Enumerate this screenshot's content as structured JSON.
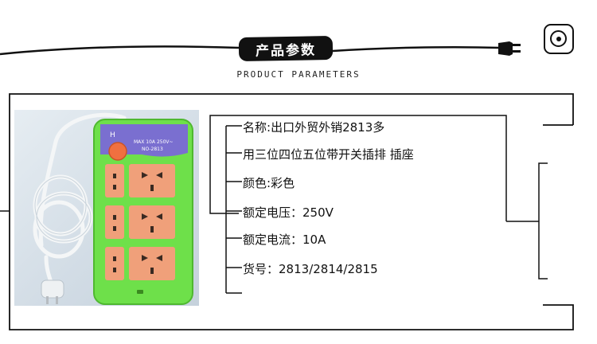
{
  "header": {
    "title": "产品参数",
    "subtitle": "PRODUCT PARAMETERS"
  },
  "icons": {
    "plug": "plug-icon",
    "socket": "socket-icon"
  },
  "params": [
    {
      "label": "名称:",
      "value": "出口外贸外销2813多"
    },
    {
      "label": "",
      "value": "用三位四位五位带开关插排 插座"
    },
    {
      "label": "颜色:",
      "value": "彩色"
    },
    {
      "label": "额定电压：",
      "value": "250V"
    },
    {
      "label": "额定电流：",
      "value": "10A"
    },
    {
      "label": "货号：",
      "value": "2813/2814/2815"
    }
  ],
  "product": {
    "label_rating": "MAX 10A 250V~",
    "label_model": "NO-2813",
    "colors": {
      "body": "#6ee04a",
      "panel": "#f0a07a",
      "cap": "#7a6fd0"
    }
  }
}
